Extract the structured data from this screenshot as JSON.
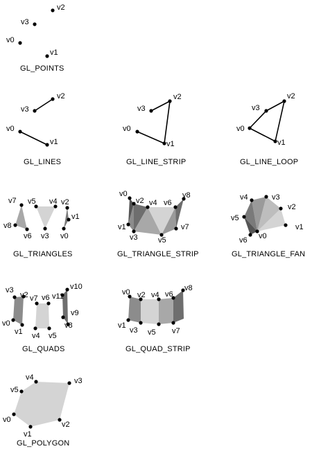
{
  "colors": {
    "vertex": "#000000",
    "line": "#000000",
    "fill_light": "#d4d4d4",
    "fill_mid": "#a8a8a8",
    "fill_dark": "#7a7a7a"
  },
  "panels": [
    {
      "id": "points",
      "caption": "GL_POINTS",
      "vertices": [
        {
          "label": "v0"
        },
        {
          "label": "v1"
        },
        {
          "label": "v2"
        },
        {
          "label": "v3"
        }
      ]
    },
    {
      "id": "lines",
      "caption": "GL_LINES",
      "vertices": [
        {
          "label": "v0"
        },
        {
          "label": "v1"
        },
        {
          "label": "v2"
        },
        {
          "label": "v3"
        }
      ]
    },
    {
      "id": "line-strip",
      "caption": "GL_LINE_STRIP",
      "vertices": [
        {
          "label": "v0"
        },
        {
          "label": "v1"
        },
        {
          "label": "v2"
        },
        {
          "label": "v3"
        }
      ]
    },
    {
      "id": "line-loop",
      "caption": "GL_LINE_LOOP",
      "vertices": [
        {
          "label": "v0"
        },
        {
          "label": "v1"
        },
        {
          "label": "v2"
        },
        {
          "label": "v3"
        }
      ]
    },
    {
      "id": "triangles",
      "caption": "GL_TRIANGLES",
      "vertices": [
        {
          "label": "v0"
        },
        {
          "label": "v1"
        },
        {
          "label": "v2"
        },
        {
          "label": "v3"
        },
        {
          "label": "v4"
        },
        {
          "label": "v5"
        },
        {
          "label": "v6"
        },
        {
          "label": "v7"
        },
        {
          "label": "v8"
        }
      ]
    },
    {
      "id": "triangle-strip",
      "caption": "GL_TRIANGLE_STRIP",
      "vertices": [
        {
          "label": "v0"
        },
        {
          "label": "v1"
        },
        {
          "label": "v2"
        },
        {
          "label": "v3"
        },
        {
          "label": "v4"
        },
        {
          "label": "v5"
        },
        {
          "label": "v6"
        },
        {
          "label": "v7"
        },
        {
          "label": "v8"
        }
      ]
    },
    {
      "id": "triangle-fan",
      "caption": "GL_TRIANGLE_FAN",
      "vertices": [
        {
          "label": "v0"
        },
        {
          "label": "v1"
        },
        {
          "label": "v2"
        },
        {
          "label": "v3"
        },
        {
          "label": "v4"
        },
        {
          "label": "v5"
        },
        {
          "label": "v6"
        }
      ]
    },
    {
      "id": "quads",
      "caption": "GL_QUADS",
      "vertices": [
        {
          "label": "v0"
        },
        {
          "label": "v1"
        },
        {
          "label": "v2"
        },
        {
          "label": "v3"
        },
        {
          "label": "v4"
        },
        {
          "label": "v5"
        },
        {
          "label": "v6"
        },
        {
          "label": "v7"
        },
        {
          "label": "v8"
        },
        {
          "label": "v9"
        },
        {
          "label": "v10"
        },
        {
          "label": "v11"
        }
      ]
    },
    {
      "id": "quad-strip",
      "caption": "GL_QUAD_STRIP",
      "vertices": [
        {
          "label": "v0"
        },
        {
          "label": "v1"
        },
        {
          "label": "v2"
        },
        {
          "label": "v3"
        },
        {
          "label": "v4"
        },
        {
          "label": "v5"
        },
        {
          "label": "v6"
        },
        {
          "label": "v7"
        },
        {
          "label": "v8"
        }
      ]
    },
    {
      "id": "polygon",
      "caption": "GL_POLYGON",
      "vertices": [
        {
          "label": "v0"
        },
        {
          "label": "v1"
        },
        {
          "label": "v2"
        },
        {
          "label": "v3"
        },
        {
          "label": "v4"
        },
        {
          "label": "v5"
        }
      ]
    }
  ]
}
